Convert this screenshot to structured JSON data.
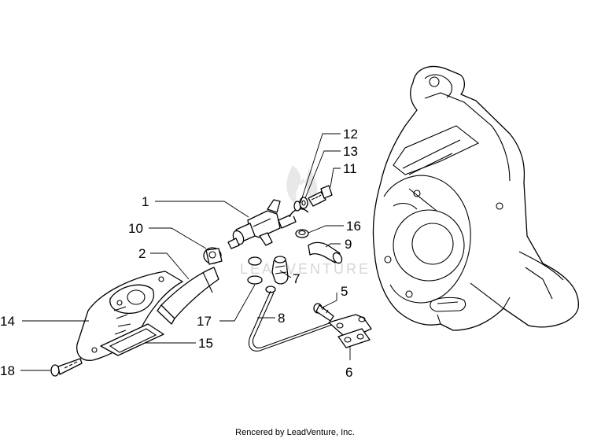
{
  "labels": {
    "l1": "1",
    "l2": "2",
    "l5": "5",
    "l6": "6",
    "l7": "7",
    "l8": "8",
    "l9": "9",
    "l10": "10",
    "l11": "11",
    "l12": "12",
    "l13": "13",
    "l14": "14",
    "l15": "15",
    "l16": "16",
    "l17": "17",
    "l18": "18"
  },
  "footer": {
    "credit": "Rencered by LeadVenture, Inc."
  }
}
